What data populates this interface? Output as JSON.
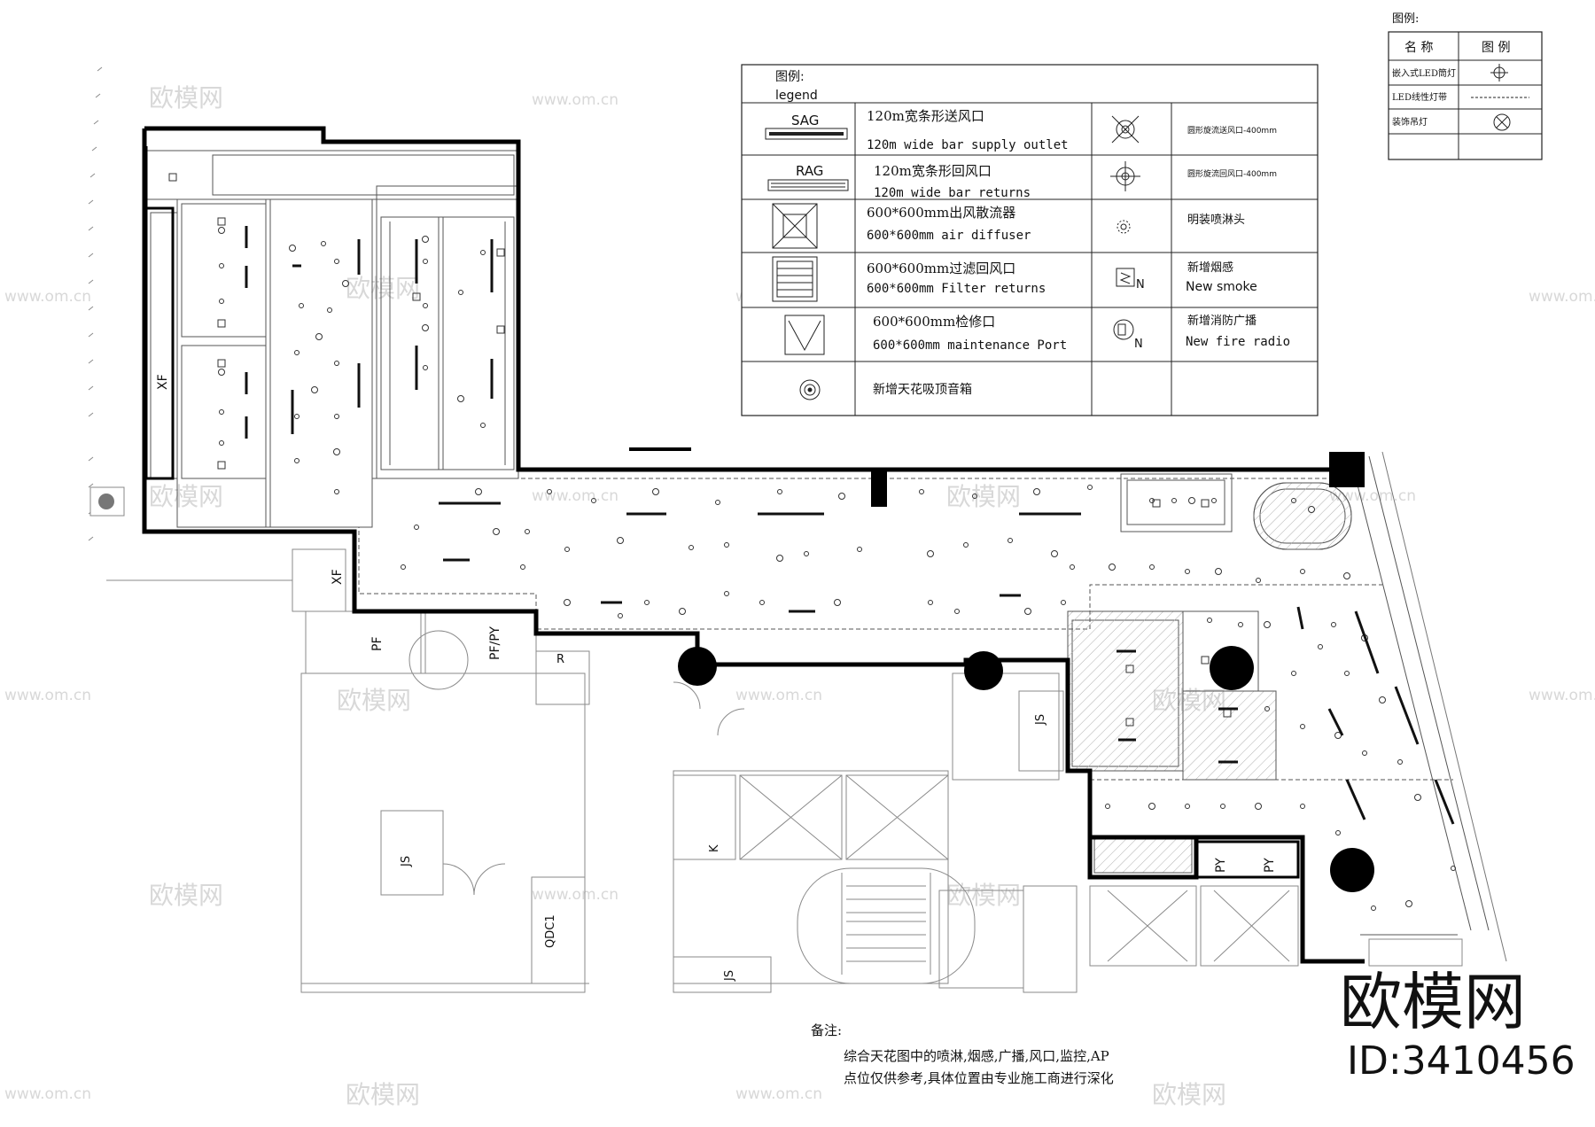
{
  "legend": {
    "title": "图例:",
    "title_en": "legend",
    "rows": [
      {
        "tag": "SAG",
        "cn": "120m宽条形送风口",
        "en": "120m wide bar supply outlet",
        "icon": "supply-bar-icon"
      },
      {
        "tag": "RAG",
        "cn": "120m宽条形回风口",
        "en": "120m wide bar returns",
        "icon": "return-bar-icon"
      },
      {
        "tag": "",
        "cn": "600*600mm出风散流器",
        "en": "600*600mm air diffuser",
        "icon": "air-diffuser-icon"
      },
      {
        "tag": "",
        "cn": "600*600mm过滤回风口",
        "en": "600*600mm Filter returns",
        "icon": "filter-return-icon"
      },
      {
        "tag": "",
        "cn": "600*600mm检修口",
        "en": "600*600mm maintenance Port",
        "icon": "maintenance-port-icon"
      },
      {
        "tag": "",
        "cn": "新增天花吸顶音箱",
        "en": "",
        "icon": "ceiling-speaker-icon"
      }
    ],
    "right_rows": [
      {
        "text": "圆形旋流送风口-400mm",
        "text2": "",
        "icon": "round-supply-icon"
      },
      {
        "text": "圆形旋流回风口-400mm",
        "text2": "",
        "icon": "round-return-icon"
      },
      {
        "text": "明装喷淋头",
        "text2": "",
        "icon": "sprinkler-icon"
      },
      {
        "text": "新增烟感",
        "text2": "New smoke",
        "icon": "smoke-detector-icon"
      },
      {
        "text": "新增消防广播",
        "text2": "New fire radio",
        "icon": "fire-radio-icon"
      }
    ]
  },
  "small_legend": {
    "title": "图例:",
    "headers": [
      "名 称",
      "图 例"
    ],
    "rows": [
      {
        "name": "嵌入式LED筒灯",
        "icon": "downlight-icon"
      },
      {
        "name": "LED线性灯带",
        "icon": "led-strip-icon"
      },
      {
        "name": "装饰吊灯",
        "icon": "pendant-lamp-icon"
      }
    ]
  },
  "room_labels": [
    "XF",
    "XF",
    "PF",
    "PF/PY",
    "R",
    "JS",
    "K",
    "JS",
    "QDC1",
    "JS",
    "PY",
    "PY"
  ],
  "notes": {
    "title": "备注:",
    "line1": "综合天花图中的喷淋,烟感,广播,风口,监控,AP",
    "line2": "点位仅供参考,具体位置由专业施工商进行深化"
  },
  "brand": {
    "logo_text": "欧模网",
    "id_text": "ID:3410456",
    "watermark_logo": "欧模网",
    "watermark_url": "www.om.cn"
  }
}
